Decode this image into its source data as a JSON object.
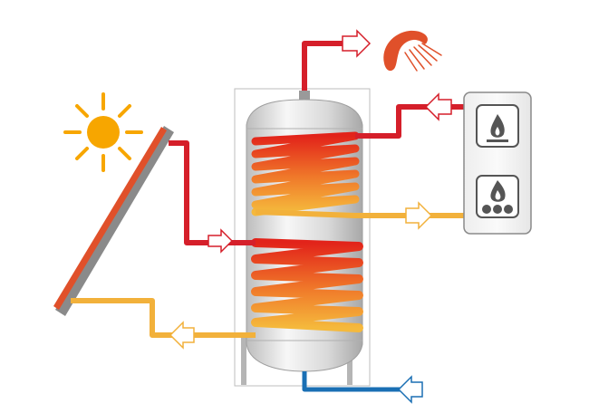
{
  "diagram": {
    "colors": {
      "hot_pipe": "#d51f2a",
      "warm_pipe": "#f2b13b",
      "cold_pipe": "#1a6fb4",
      "sun": "#f7a600",
      "panel_surface": "#e0502a",
      "panel_frame": "#8a8a8a",
      "tank_steel": "#c9c9c9",
      "boiler_box": "#f4f4f4",
      "icon_grey": "#555555"
    },
    "components": {
      "sun": {
        "icon": "sun-icon"
      },
      "solar_panel": {
        "icon": "solar-collector"
      },
      "tank": {
        "icon": "storage-tank"
      },
      "shower": {
        "icon": "shower-icon"
      },
      "boiler": {
        "gas_icon": "gas-flame-icon",
        "solid_fuel_icon": "solid-fuel-fire-icon"
      }
    },
    "flows": [
      {
        "id": "hot-water-out",
        "color": "hot_pipe",
        "direction": "out"
      },
      {
        "id": "solar-flow",
        "color": "hot_pipe",
        "direction": "in"
      },
      {
        "id": "solar-return",
        "color": "warm_pipe",
        "direction": "out"
      },
      {
        "id": "boiler-flow",
        "color": "hot_pipe",
        "direction": "in"
      },
      {
        "id": "boiler-return",
        "color": "warm_pipe",
        "direction": "out"
      },
      {
        "id": "cold-water-in",
        "color": "cold_pipe",
        "direction": "in"
      }
    ]
  }
}
